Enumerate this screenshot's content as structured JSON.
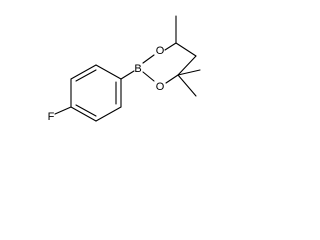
{
  "molecule": {
    "atoms": {
      "fluorine": "F",
      "boron": "B",
      "oxygen_upper": "O",
      "oxygen_lower": "O"
    },
    "colors": {
      "ink": "#000000",
      "background": "#ffffff"
    }
  }
}
